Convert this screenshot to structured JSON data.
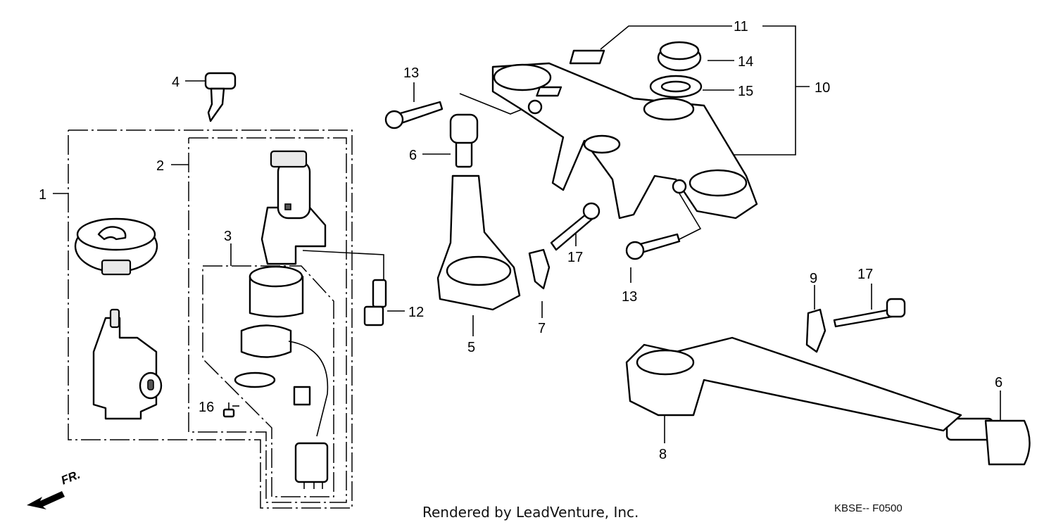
{
  "diagram": {
    "callouts": [
      "1",
      "2",
      "3",
      "4",
      "5",
      "6",
      "7",
      "8",
      "9",
      "10",
      "11",
      "12",
      "13",
      "14",
      "15",
      "16",
      "17"
    ],
    "callouts_repeated": {
      "six_b": "6",
      "thirteen_b": "13",
      "seventeen_b": "17"
    },
    "front_label": "FR.",
    "footer": {
      "credit": "Rendered by LeadVenture, Inc.",
      "code": "KBSE-- F0500"
    }
  }
}
